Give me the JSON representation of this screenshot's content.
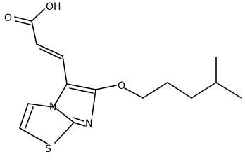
{
  "labels": {
    "hydroxyl": "OH",
    "carbonyl_oxygen": "O",
    "ring_nitrogen_bridge": "N",
    "ring_nitrogen": "N",
    "ether_oxygen": "O",
    "sulfur": "S"
  },
  "colors": {
    "bond": "#000000",
    "label": "#000000",
    "background": "#ffffff"
  }
}
